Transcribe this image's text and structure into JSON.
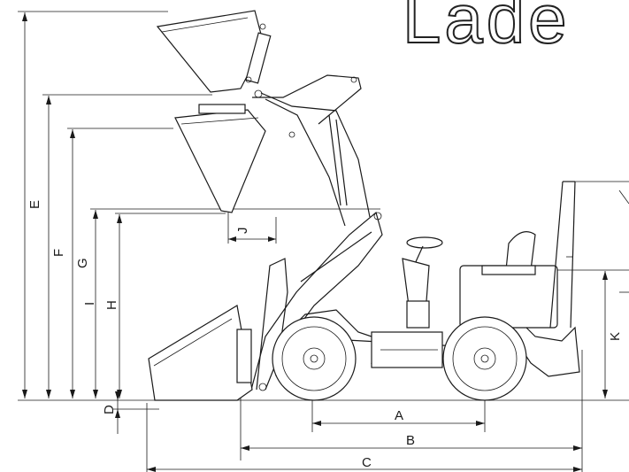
{
  "brand": {
    "text": "Lade"
  },
  "dimensions": {
    "A": "A",
    "B": "B",
    "C": "C",
    "D": "D",
    "E": "E",
    "F": "F",
    "G": "G",
    "H": "H",
    "I": "I",
    "J": "J",
    "K": "K"
  }
}
